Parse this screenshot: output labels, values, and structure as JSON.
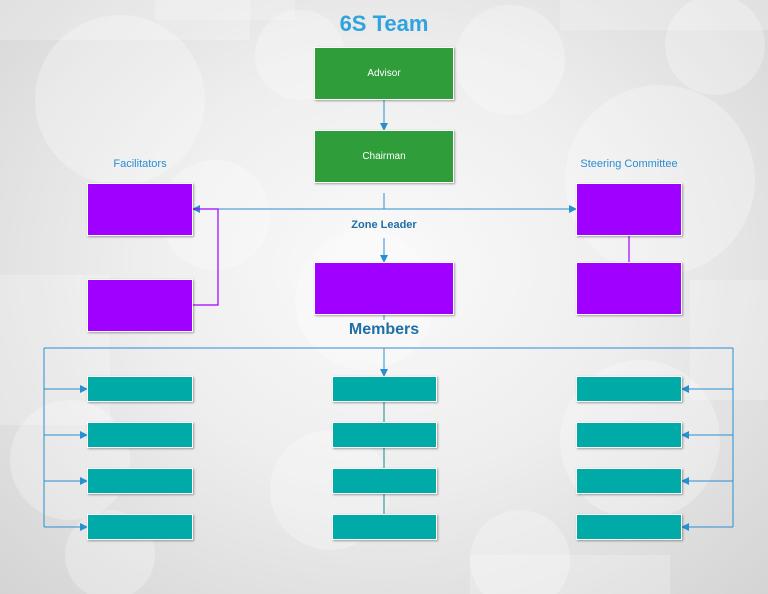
{
  "title": "6S Team",
  "advisor": "Advisor",
  "chairman": "Chairman",
  "facilitators_label": "Facilitators",
  "steering_label": "Steering Committee",
  "zone_leader_label": "Zone Leader",
  "members_label": "Members",
  "colors": {
    "title": "#2fa3dd",
    "label": "#2a8fd0",
    "heading_dark": "#1f6fa6",
    "green": "#2f9e3a",
    "purple": "#a000ff",
    "teal": "#00aaa6",
    "connector_blue": "#2a8fd0",
    "connector_purple": "#a000ff",
    "connector_teal": "#0e8f8a"
  }
}
